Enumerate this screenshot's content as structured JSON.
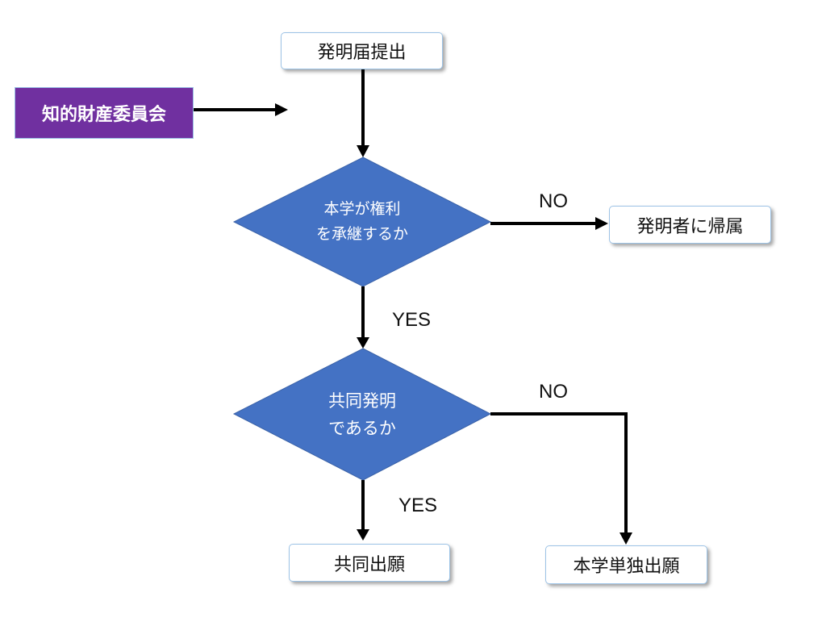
{
  "nodes": {
    "start": {
      "label": "発明届提出"
    },
    "committee": {
      "label": "知的財産委員会"
    },
    "decision_transfer": {
      "lines": [
        "本学が権利",
        "を承継するか"
      ]
    },
    "inventor_owned": {
      "label": "発明者に帰属"
    },
    "decision_joint": {
      "lines": [
        "共同発明",
        "であるか"
      ]
    },
    "joint_filing": {
      "label": "共同出願"
    },
    "sole_filing": {
      "label": "本学単独出願"
    }
  },
  "edges": {
    "transfer_no": "NO",
    "transfer_yes": "YES",
    "joint_no": "NO",
    "joint_yes": "YES"
  },
  "colors": {
    "decision_fill": "#4472C4",
    "committee_fill": "#7030A0",
    "box_border": "#9DC3E6",
    "arrow": "#000000"
  }
}
